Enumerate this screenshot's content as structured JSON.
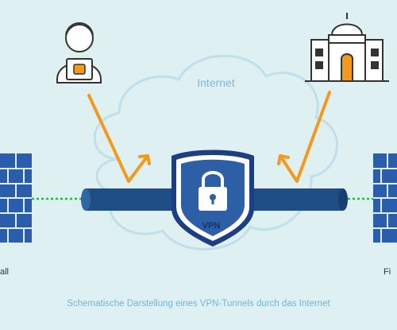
{
  "diagram": {
    "cloud_label": "Internet",
    "tunnel_label": "VPN",
    "firewall_left_label": "all",
    "firewall_right_label": "Fi",
    "caption": "Schematische Darstellung eines VPN-Tunnels durch das Internet"
  },
  "icons": {
    "left_actor": "hacker-icon",
    "right_actor": "institution-building-icon",
    "tunnel": "vpn-shield-lock-icon",
    "firewalls": "brick-firewall-icon"
  },
  "colors": {
    "background": "#dff0f3",
    "cloud_outline": "#bfe0ea",
    "tunnel": "#1f4e86",
    "shield": "#1b3f82",
    "firewall": "#2a5dab",
    "arrows": "#f39a1e",
    "link_line": "#2bb34a",
    "caption": "#6fb6d2"
  }
}
